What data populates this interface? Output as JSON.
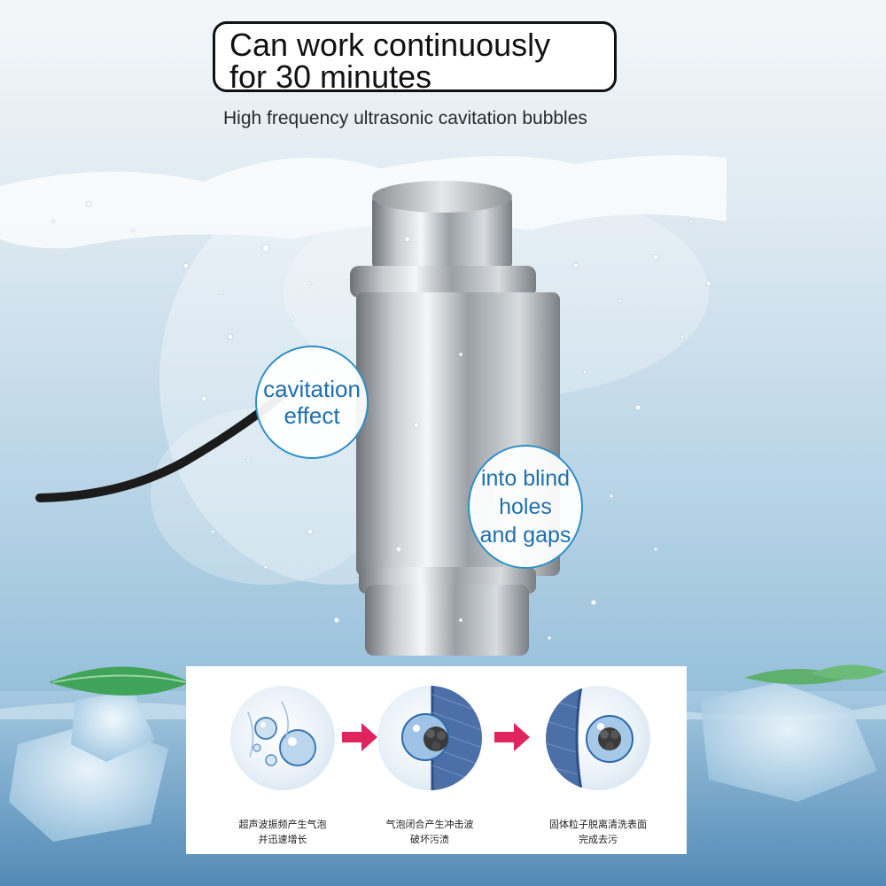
{
  "header": {
    "title_line1": "Can work continuously",
    "title_line2": "for 30 minutes",
    "subtitle": "High frequency ultrasonic cavitation bubbles"
  },
  "callouts": {
    "cavitation": {
      "line1": "cavitation",
      "line2": "effect"
    },
    "blind_holes": {
      "line1": "into blind",
      "line2": "holes",
      "line3": "and gaps"
    }
  },
  "process": {
    "stages": [
      {
        "icon": "bubbles-forming-icon",
        "line1": "超声波振频产生气泡",
        "line2": "并迅速增长"
      },
      {
        "icon": "bubble-impact-icon",
        "line1": "气泡闭合产生冲击波",
        "line2": "破坏污渍"
      },
      {
        "icon": "particle-detach-icon",
        "line1": "固体粒子脱离清洗表面",
        "line2": "完成去污"
      }
    ],
    "arrow_color": "#e0245e"
  },
  "colors": {
    "callout_text": "#1e6fae",
    "callout_border": "#2f8fc4",
    "title_border": "#111111"
  }
}
